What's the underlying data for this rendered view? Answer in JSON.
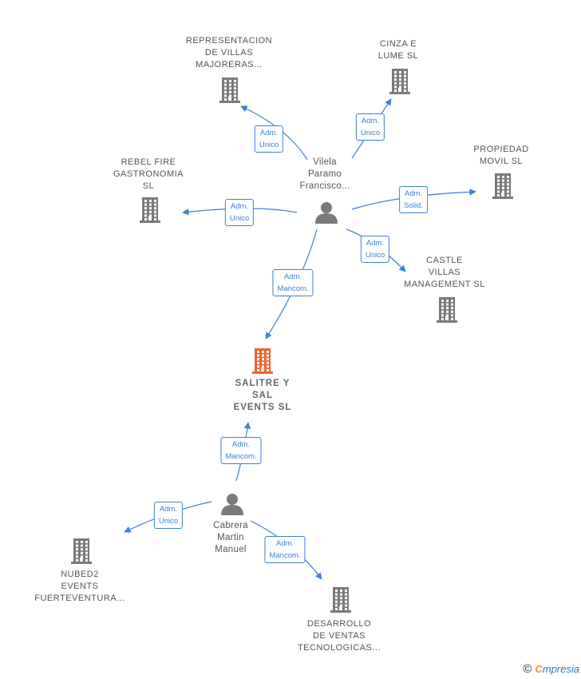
{
  "nodes": [
    {
      "id": "main",
      "type": "company",
      "highlight": true,
      "label": "SALITRE Y\nSAL\nEVENTS  SL"
    },
    {
      "id": "p1",
      "type": "person",
      "label": "Vilela\nParamo\nFrancisco..."
    },
    {
      "id": "p2",
      "type": "person",
      "label": "Cabrera\nMartin\nManuel"
    },
    {
      "id": "c1",
      "type": "company",
      "label": "REPRESENTACION\nDE VILLAS\nMAJORERAS..."
    },
    {
      "id": "c2",
      "type": "company",
      "label": "CINZA E\nLUME  SL"
    },
    {
      "id": "c3",
      "type": "company",
      "label": "PROPIEDAD\nMOVIL SL"
    },
    {
      "id": "c4",
      "type": "company",
      "label": "REBEL FIRE\nGASTRONOMIA\nSL"
    },
    {
      "id": "c5",
      "type": "company",
      "label": "CASTLE\nVILLAS\nMANAGEMENT SL"
    },
    {
      "id": "c6",
      "type": "company",
      "label": "NUBED2\nEVENTS\nFUERTEVENTURA..."
    },
    {
      "id": "c7",
      "type": "company",
      "label": "DESARROLLO\nDE VENTAS\nTECNOLOGICAS..."
    }
  ],
  "edges": [
    {
      "from": "p1",
      "to": "c1",
      "label": "Adm.\nUnico"
    },
    {
      "from": "p1",
      "to": "c2",
      "label": "Adm.\nUnico"
    },
    {
      "from": "p1",
      "to": "c3",
      "label": "Adm.\nSolid."
    },
    {
      "from": "p1",
      "to": "c4",
      "label": "Adm.\nUnico"
    },
    {
      "from": "p1",
      "to": "c5",
      "label": "Adm.\nUnico"
    },
    {
      "from": "p1",
      "to": "main",
      "label": "Adm.\nMancom."
    },
    {
      "from": "p2",
      "to": "main",
      "label": "Adm.\nMancom."
    },
    {
      "from": "p2",
      "to": "c6",
      "label": "Adm.\nUnico"
    },
    {
      "from": "p2",
      "to": "c7",
      "label": "Adm.\nMancom."
    }
  ],
  "colors": {
    "edge": "#3b7fd6",
    "company_icon": "#7a7a7a",
    "highlight_icon": "#f26130",
    "person_icon": "#7a7a7a",
    "label_text": "#555555"
  },
  "watermark": {
    "copyright": "©",
    "brand_initial": "C",
    "brand_rest": "mpresia"
  }
}
